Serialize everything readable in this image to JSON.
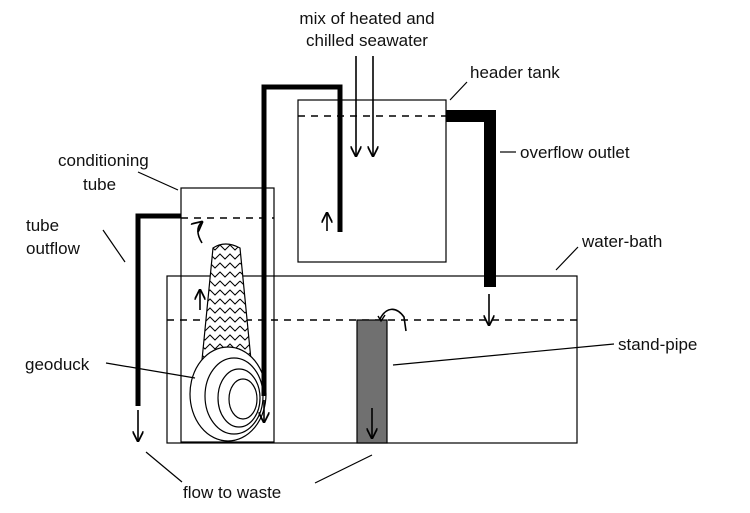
{
  "labels": {
    "inflow_line1": "mix of heated and",
    "inflow_line2": "chilled seawater",
    "header_tank": "header tank",
    "overflow_outlet": "overflow outlet",
    "conditioning_line1": "conditioning",
    "conditioning_line2": "tube",
    "tube_outflow_line1": "tube",
    "tube_outflow_line2": "outflow",
    "water_bath": "water-bath",
    "stand_pipe": "stand-pipe",
    "geoduck": "geoduck",
    "flow_to_waste": "flow to waste"
  },
  "colors": {
    "stand_pipe_fill": "#707070",
    "stroke": "#000000",
    "background": "#ffffff"
  }
}
